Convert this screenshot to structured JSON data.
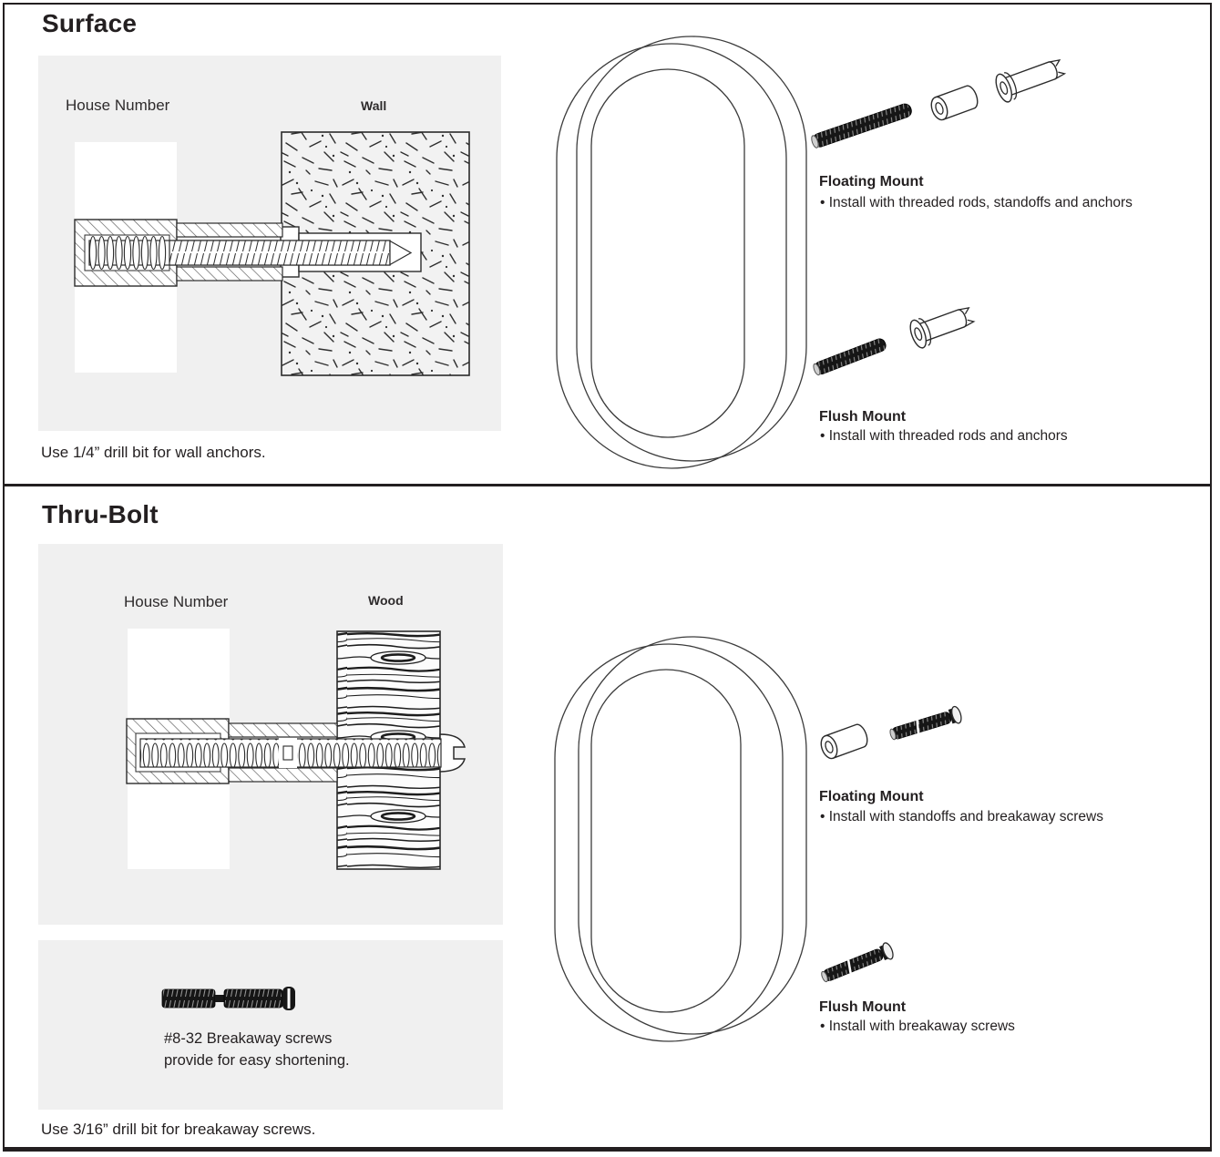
{
  "surface": {
    "title": "Surface",
    "diagram": {
      "house_number_label": "House Number",
      "wall_label": "Wall"
    },
    "note": "Use 1/4” drill bit for wall anchors.",
    "floating": {
      "title": "Floating Mount",
      "bullet": "• Install with threaded rods, standoffs and anchors"
    },
    "flush": {
      "title": "Flush Mount",
      "bullet": "• Install with threaded rods and anchors"
    }
  },
  "thru_bolt": {
    "title": "Thru-Bolt",
    "diagram": {
      "house_number_label": "House Number",
      "wood_label": "Wood"
    },
    "breakaway_box": {
      "line1": "#8-32 Breakaway screws",
      "line2": "provide for easy shortening."
    },
    "note": "Use 3/16” drill bit for breakaway screws.",
    "floating": {
      "title": "Floating Mount",
      "bullet": "• Install with standoffs and breakaway screws"
    },
    "flush": {
      "title": "Flush Mount",
      "bullet": "• Install with breakaway screws"
    }
  },
  "icons": {
    "threaded_rod": "threaded-rod-icon",
    "standoff": "standoff-icon",
    "wall_anchor": "wall-anchor-icon",
    "breakaway_screw": "breakaway-screw-icon",
    "number_zero": "house-number-zero-illustration"
  },
  "colors": {
    "panel": "#f0f0f0",
    "ink": "#231f20",
    "line": "#2b2b2b",
    "hardware_dark": "#161616"
  }
}
